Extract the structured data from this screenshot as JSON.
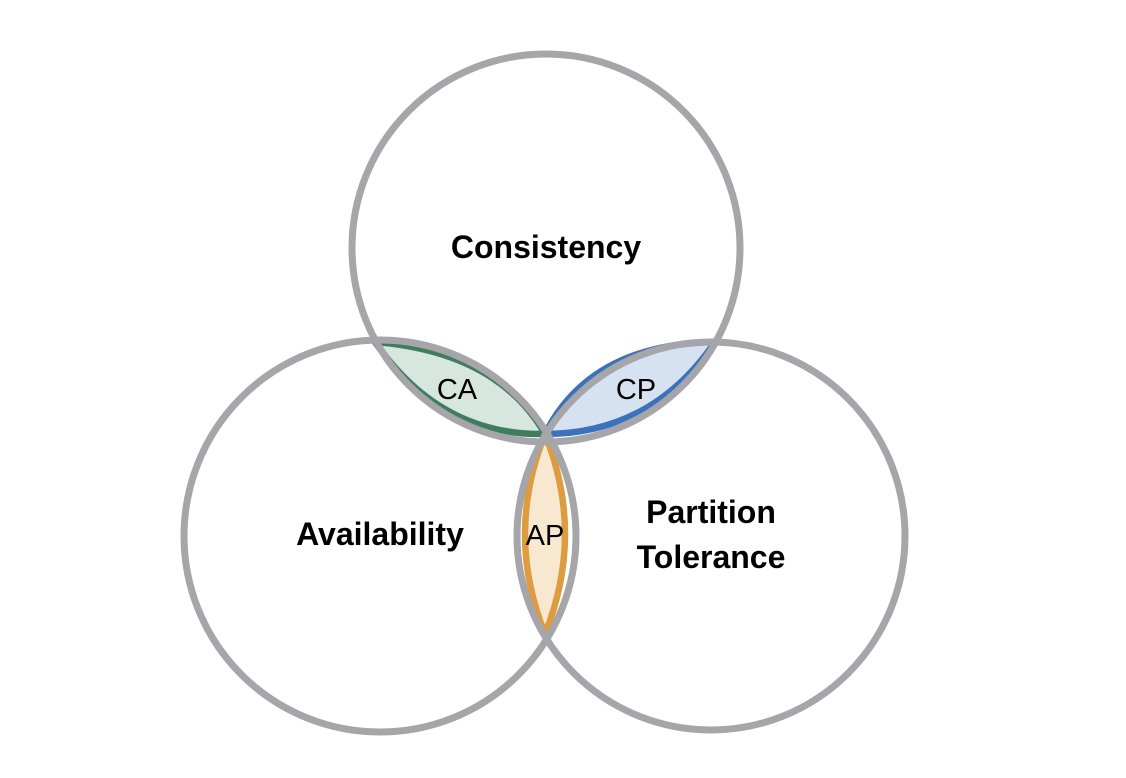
{
  "diagram": {
    "sets": {
      "consistency": {
        "label": "Consistency"
      },
      "availability": {
        "label": "Availability"
      },
      "partition": {
        "label_line1": "Partition",
        "label_line2": "Tolerance"
      }
    },
    "intersections": {
      "ca": {
        "label": "CA",
        "stroke": "#3f7d5e",
        "fill": "#d7e6de"
      },
      "cp": {
        "label": "CP",
        "stroke": "#3a73bb",
        "fill": "#d6e2f2"
      },
      "ap": {
        "label": "AP",
        "stroke": "#dc9c3f",
        "fill": "#f8e8d0"
      }
    },
    "circle_stroke": "#a5a5aa"
  }
}
